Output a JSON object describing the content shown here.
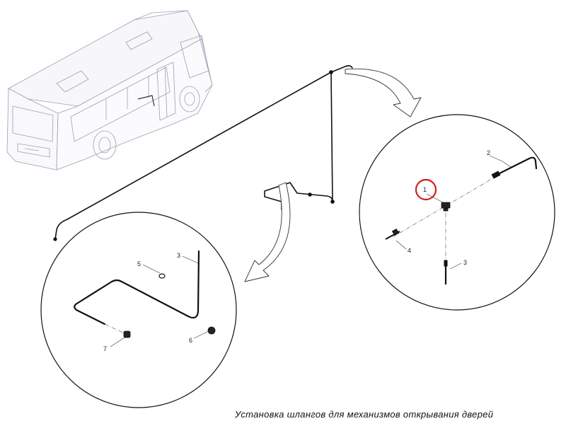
{
  "caption": "Установка шлангов для механизмов открывания дверей",
  "vehicle_plate": "",
  "callouts_right": [
    "1",
    "2",
    "3",
    "4"
  ],
  "callouts_left": [
    "3",
    "5",
    "6",
    "7"
  ],
  "highlight_color": "#d42020",
  "line_color": "#111111"
}
